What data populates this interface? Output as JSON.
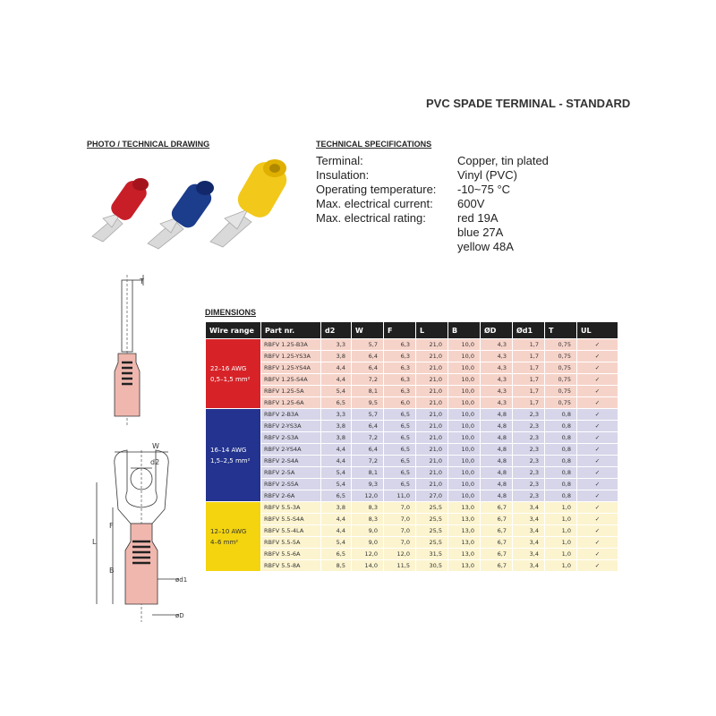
{
  "title": "PVC SPADE TERMINAL - STANDARD",
  "photo_heading": "PHOTO / TECHNICAL DRAWING",
  "specs_heading": "TECHNICAL SPECIFICATIONS",
  "specs": [
    {
      "label": "Terminal:",
      "value": "Copper, tin plated"
    },
    {
      "label": "Insulation:",
      "value": "Vinyl (PVC)"
    },
    {
      "label": "Operating temperature:",
      "value": "-10~75 °C"
    },
    {
      "label": "Max. electrical current:",
      "value": "600V"
    },
    {
      "label": "Max. electrical rating:",
      "value": "red 19A"
    },
    {
      "label": "",
      "value": "blue 27A"
    },
    {
      "label": "",
      "value": "yellow 48A"
    }
  ],
  "drawing_labels": {
    "T": "T",
    "W": "W",
    "d2": "d2",
    "F": "F",
    "L": "L",
    "B": "B",
    "d1": "ød1",
    "D": "øD"
  },
  "dimensions_heading": "DIMENSIONS",
  "table": {
    "headers": [
      "Wire range",
      "Part nr.",
      "d2",
      "W",
      "F",
      "L",
      "B",
      "ØD",
      "Ød1",
      "T",
      "UL"
    ],
    "groups": [
      {
        "awg": "22–16 AWG",
        "mm": "0,5–1,5 mm²",
        "color": "#d72328",
        "row_color": "#f6d3c9",
        "rows": [
          [
            "RBFV 1.25-B3A",
            "3,3",
            "5,7",
            "6,3",
            "21,0",
            "10,0",
            "4,3",
            "1,7",
            "0,75",
            "✓"
          ],
          [
            "RBFV 1.25-YS3A",
            "3,8",
            "6,4",
            "6,3",
            "21,0",
            "10,0",
            "4,3",
            "1,7",
            "0,75",
            "✓"
          ],
          [
            "RBFV 1.25-YS4A",
            "4,4",
            "6,4",
            "6,3",
            "21,0",
            "10,0",
            "4,3",
            "1,7",
            "0,75",
            "✓"
          ],
          [
            "RBFV 1.25-S4A",
            "4,4",
            "7,2",
            "6,3",
            "21,0",
            "10,0",
            "4,3",
            "1,7",
            "0,75",
            "✓"
          ],
          [
            "RBFV 1.25-5A",
            "5,4",
            "8,1",
            "6,3",
            "21,0",
            "10,0",
            "4,3",
            "1,7",
            "0,75",
            "✓"
          ],
          [
            "RBFV 1.25-6A",
            "6,5",
            "9,5",
            "6,0",
            "21,0",
            "10,0",
            "4,3",
            "1,7",
            "0,75",
            "✓"
          ]
        ]
      },
      {
        "awg": "16–14 AWG",
        "mm": "1,5–2,5 mm²",
        "color": "#23338f",
        "row_color": "#d6d5e9",
        "rows": [
          [
            "RBFV 2-B3A",
            "3,3",
            "5,7",
            "6,5",
            "21,0",
            "10,0",
            "4,8",
            "2,3",
            "0,8",
            "✓"
          ],
          [
            "RBFV 2-YS3A",
            "3,8",
            "6,4",
            "6,5",
            "21,0",
            "10,0",
            "4,8",
            "2,3",
            "0,8",
            "✓"
          ],
          [
            "RBFV 2-S3A",
            "3,8",
            "7,2",
            "6,5",
            "21,0",
            "10,0",
            "4,8",
            "2,3",
            "0,8",
            "✓"
          ],
          [
            "RBFV 2-YS4A",
            "4,4",
            "6,4",
            "6,5",
            "21,0",
            "10,0",
            "4,8",
            "2,3",
            "0,8",
            "✓"
          ],
          [
            "RBFV 2-S4A",
            "4,4",
            "7,2",
            "6,5",
            "21,0",
            "10,0",
            "4,8",
            "2,3",
            "0,8",
            "✓"
          ],
          [
            "RBFV 2-5A",
            "5,4",
            "8,1",
            "6,5",
            "21,0",
            "10,0",
            "4,8",
            "2,3",
            "0,8",
            "✓"
          ],
          [
            "RBFV 2-S5A",
            "5,4",
            "9,3",
            "6,5",
            "21,0",
            "10,0",
            "4,8",
            "2,3",
            "0,8",
            "✓"
          ],
          [
            "RBFV 2-6A",
            "6,5",
            "12,0",
            "11,0",
            "27,0",
            "10,0",
            "4,8",
            "2,3",
            "0,8",
            "✓"
          ]
        ]
      },
      {
        "awg": "12–10 AWG",
        "mm": "4–6 mm²",
        "color": "#f3d40f",
        "row_color": "#fcf4cf",
        "rows": [
          [
            "RBFV 5.5-3A",
            "3,8",
            "8,3",
            "7,0",
            "25,5",
            "13,0",
            "6,7",
            "3,4",
            "1,0",
            "✓"
          ],
          [
            "RBFV 5.5-S4A",
            "4,4",
            "8,3",
            "7,0",
            "25,5",
            "13,0",
            "6,7",
            "3,4",
            "1,0",
            "✓"
          ],
          [
            "RBFV 5.5-4LA",
            "4,4",
            "9,0",
            "7,0",
            "25,5",
            "13,0",
            "6,7",
            "3,4",
            "1,0",
            "✓"
          ],
          [
            "RBFV 5.5-5A",
            "5,4",
            "9,0",
            "7,0",
            "25,5",
            "13,0",
            "6,7",
            "3,4",
            "1,0",
            "✓"
          ],
          [
            "RBFV 5.5-6A",
            "6,5",
            "12,0",
            "12,0",
            "31,5",
            "13,0",
            "6,7",
            "3,4",
            "1,0",
            "✓"
          ],
          [
            "RBFV 5.5-8A",
            "8,5",
            "14,0",
            "11,5",
            "30,5",
            "13,0",
            "6,7",
            "3,4",
            "1,0",
            "✓"
          ]
        ]
      }
    ]
  }
}
